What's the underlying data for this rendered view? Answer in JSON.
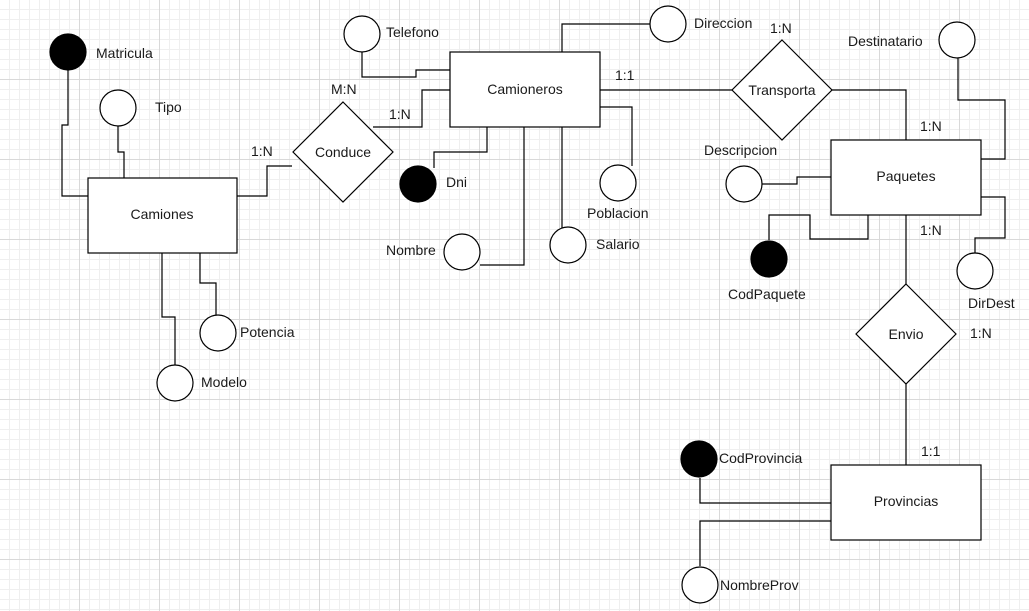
{
  "entities": {
    "camiones": "Camiones",
    "camioneros": "Camioneros",
    "paquetes": "Paquetes",
    "provincias": "Provincias"
  },
  "relationships": {
    "conduce": "Conduce",
    "transporta": "Transporta",
    "envio": "Envio"
  },
  "attributes": {
    "matricula": "Matricula",
    "tipo": "Tipo",
    "potencia": "Potencia",
    "modelo": "Modelo",
    "telefono": "Telefono",
    "direccion": "Direccion",
    "dni": "Dni",
    "nombre": "Nombre",
    "salario": "Salario",
    "poblacion": "Poblacion",
    "destinatario": "Destinatario",
    "descripcion": "Descripcion",
    "codpaquete": "CodPaquete",
    "dirdest": "DirDest",
    "codprovincia": "CodProvincia",
    "nombreprov": "NombreProv"
  },
  "cardinalities": {
    "camiones_conduce": "1:N",
    "conduce_mn": "M:N",
    "conduce_camioneros": "1:N",
    "camioneros_transporta": "1:1",
    "transporta_top": "1:N",
    "transporta_paquetes": "1:N",
    "paquetes_envio": "1:N",
    "envio_side": "1:N",
    "envio_provincias": "1:1"
  }
}
